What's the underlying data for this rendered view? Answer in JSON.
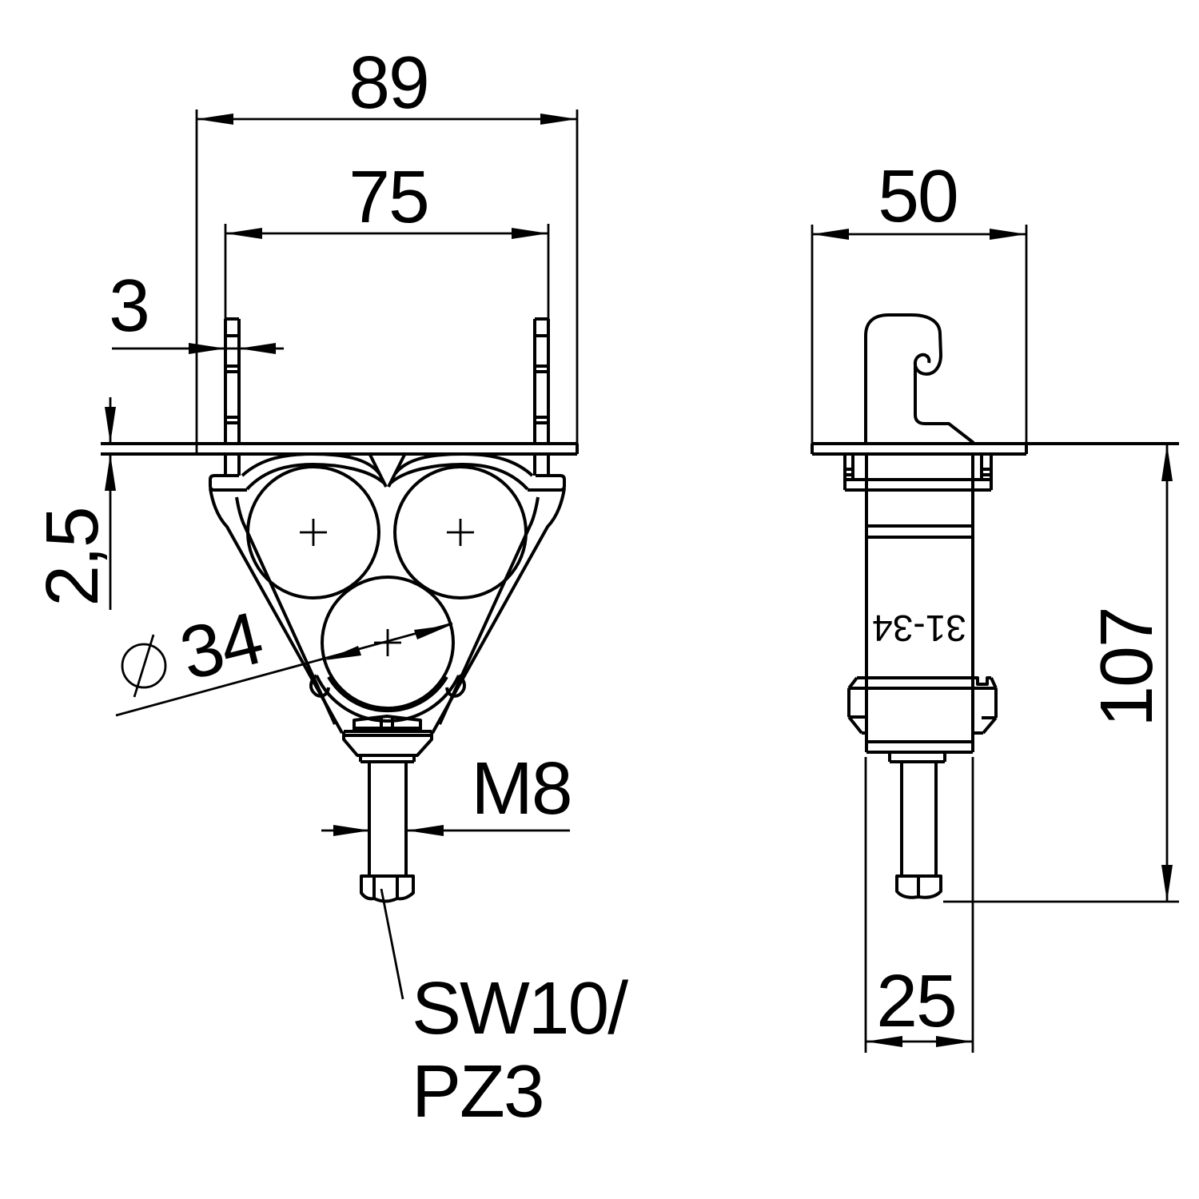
{
  "colors": {
    "ink": "#000000",
    "paper": "#ffffff"
  },
  "front_view": {
    "dim_outer_width": "89",
    "dim_inner_width": "75",
    "dim_wall_thickness": "3",
    "dim_flange_thickness": "2,5",
    "diameter_symbol": "⌀",
    "dim_cable_diameter": "34",
    "dim_thread": "M8",
    "drive_label_line1": "SW10/",
    "drive_label_line2": "PZ3"
  },
  "side_view": {
    "dim_width": "50",
    "dim_height": "107",
    "dim_foot_width": "25",
    "clamp_range_marking": "31-34"
  }
}
